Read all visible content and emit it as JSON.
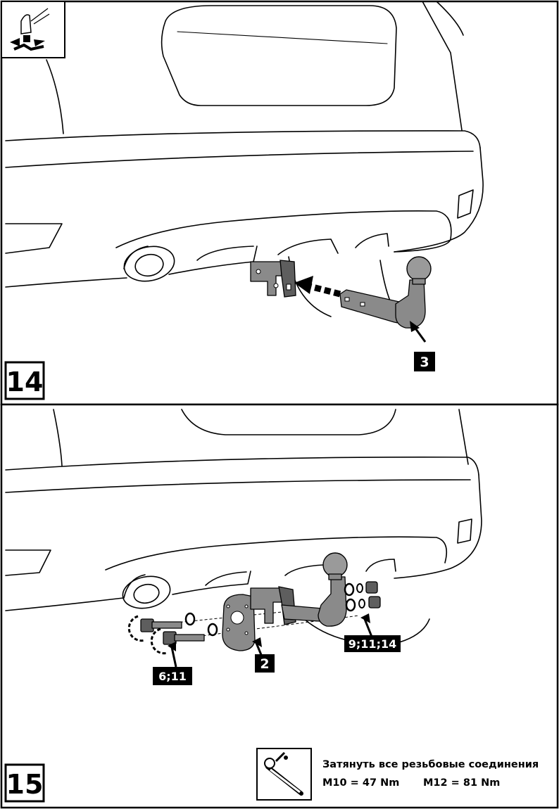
{
  "panels": [
    {
      "step_number": "14",
      "callouts": [
        {
          "label": "3"
        }
      ],
      "tool_icon": "hand-lift-icon"
    },
    {
      "step_number": "15",
      "callouts": [
        {
          "label": "6;11"
        },
        {
          "label": "2"
        },
        {
          "label": "9;11;14"
        }
      ],
      "torque_note": {
        "icon": "torque-wrench-icon",
        "line1": "Затянуть все резьбовые соединения",
        "m10": "M10 = 47 Nm",
        "m12": "M12 = 81 Nm"
      }
    }
  ],
  "colors": {
    "line": "#000000",
    "metal": "#8a8a8a",
    "background": "#ffffff"
  }
}
